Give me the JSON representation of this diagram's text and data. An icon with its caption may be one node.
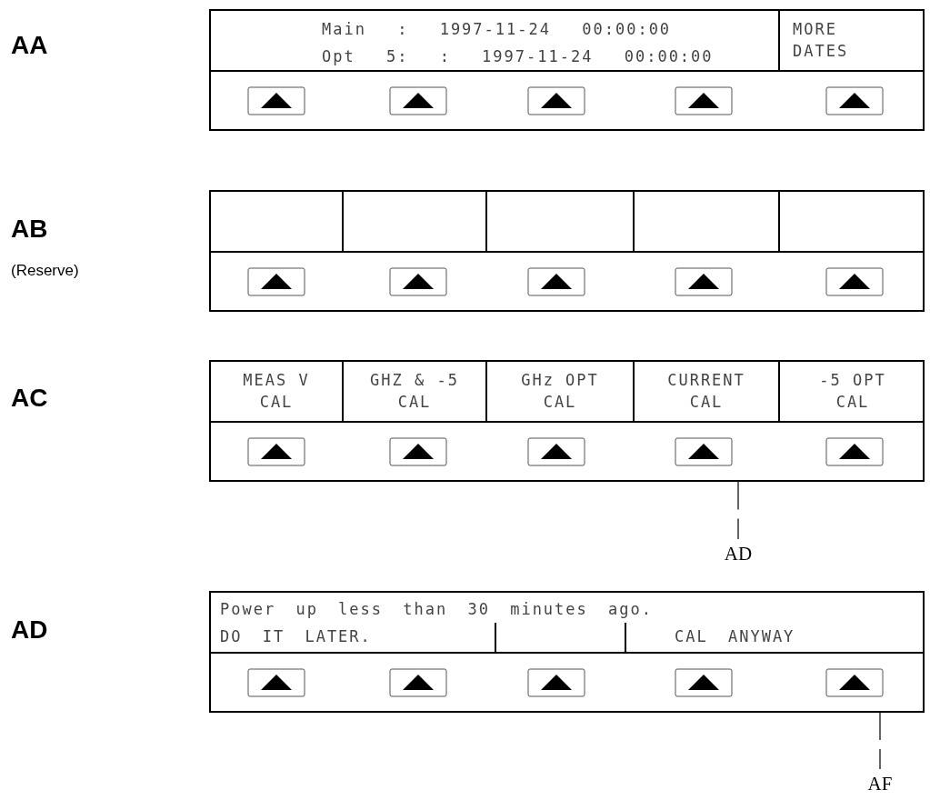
{
  "diagram": {
    "nodes": [
      {
        "text": [
          "Main : 1997-11-24 00:00:00",
          "Opt 5: : 1997-11-24 00:00:00",
          "MORE DATES"
        ]
      },
      {
        "text": [],
        "shape": "box"
      },
      {
        "text": [
          "MEAS V CAL",
          "GHZ & -5 CAL",
          "GHz OPT CAL",
          "CURRENT CAL",
          "-5 OPT CAL"
        ]
      },
      {
        "text": [
          "AD"
        ]
      },
      {
        "text": [
          "Power up less than 30 minutes ago.",
          "DO IT LATER.",
          "CAL ANYWAY"
        ]
      },
      {
        "text": [
          "AF"
        ]
      }
    ],
    "edges": [
      {
        "from": 2,
        "to": 3,
        "arrow": "none",
        "style": "dashed"
      },
      {
        "from": 4,
        "to": 5,
        "arrow": "none",
        "style": "dashed"
      }
    ],
    "labels": [
      "AA",
      "AB",
      "(Reserve)",
      "AC",
      "AD"
    ]
  }
}
